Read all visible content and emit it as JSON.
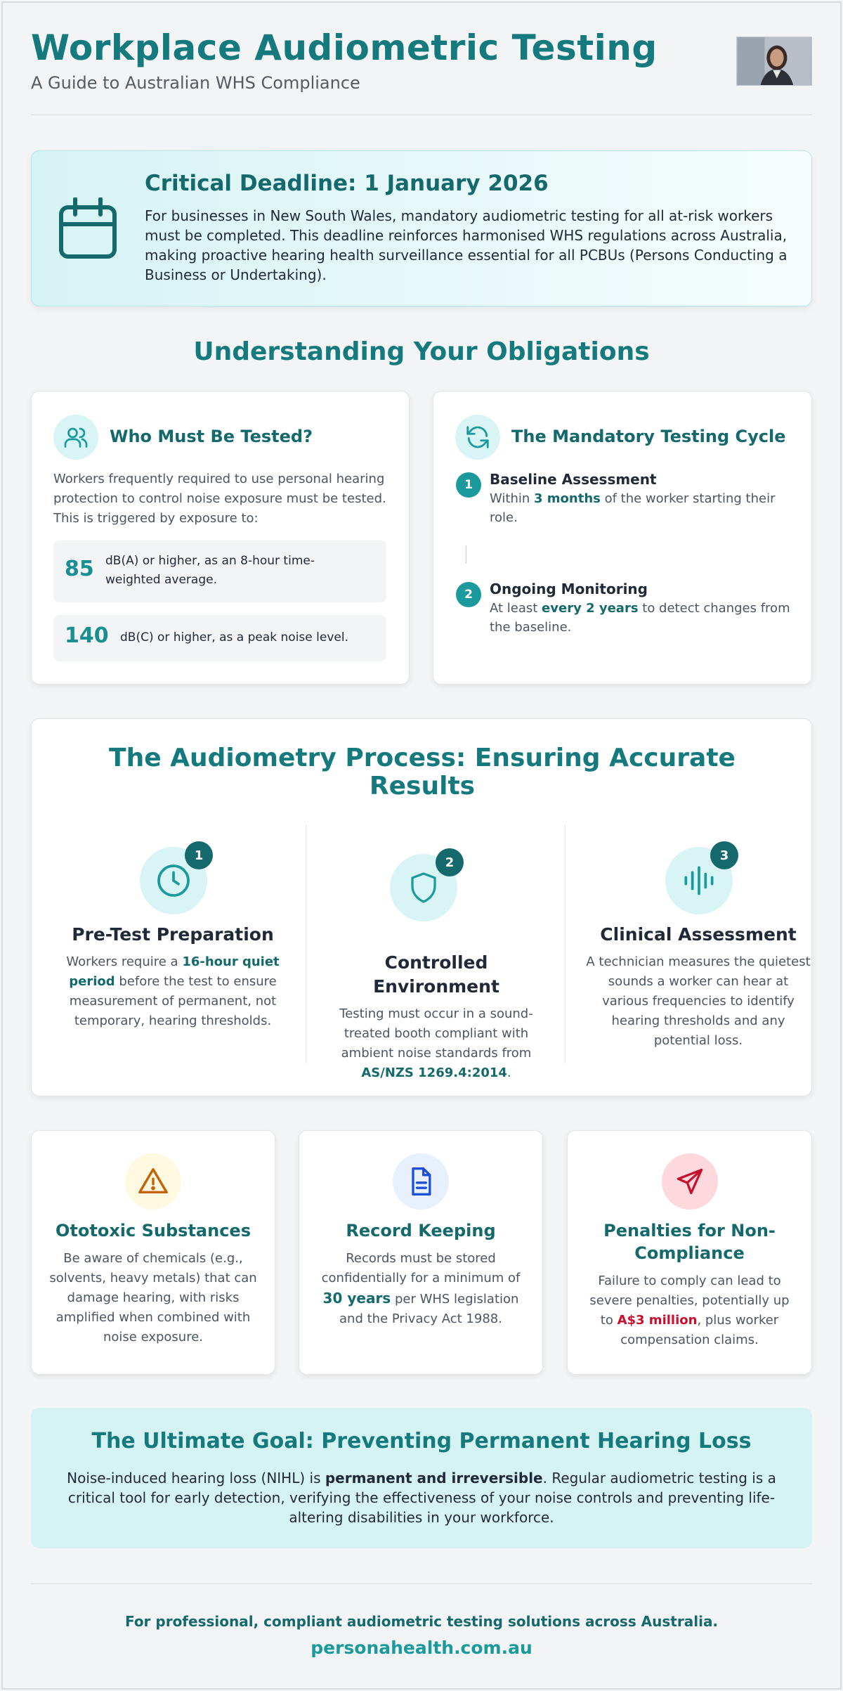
{
  "header": {
    "title": "Workplace Audiometric Testing",
    "subtitle": "A Guide to Australian WHS Compliance",
    "avatar_icon": "person-photo"
  },
  "deadline": {
    "icon": "calendar-icon",
    "title": "Critical Deadline: 1 January 2026",
    "text": "For businesses in New South Wales, mandatory audiometric testing for all at-risk workers must be completed. This deadline reinforces harmonised WHS regulations across Australia, making proactive hearing health surveillance essential for all PCBUs (Persons Conducting a Business or Undertaking)."
  },
  "obligations": {
    "title": "Understanding Your Obligations",
    "who": {
      "icon": "users-icon",
      "title": "Who Must Be Tested?",
      "text": "Workers frequently required to use personal hearing protection to control noise exposure must be tested. This is triggered by exposure to:",
      "stats": [
        {
          "value": "85",
          "text": "dB(A) or higher, as an 8-hour time-weighted average."
        },
        {
          "value": "140",
          "text": "dB(C) or higher, as a peak noise level."
        }
      ]
    },
    "cycle": {
      "icon": "refresh-icon",
      "title": "The Mandatory Testing Cycle",
      "steps": [
        {
          "num": "1",
          "title": "Baseline Assessment",
          "pre": "Within ",
          "strong": "3 months",
          "post": " of the worker starting their role."
        },
        {
          "num": "2",
          "title": "Ongoing Monitoring",
          "pre": "At least ",
          "strong": "every 2 years",
          "post": " to detect changes from the baseline."
        }
      ]
    }
  },
  "process": {
    "title": "The Audiometry Process: Ensuring Accurate Results",
    "steps": [
      {
        "num": "1",
        "icon": "clock-icon",
        "title": "Pre-Test Preparation",
        "pre": "Workers require a ",
        "strong": "16-hour quiet period",
        "post": " before the test to ensure measurement of permanent, not temporary, hearing thresholds."
      },
      {
        "num": "2",
        "icon": "shield-icon",
        "title": "Controlled Environment",
        "pre": "Testing must occur in a sound-treated booth compliant with ambient noise standards from ",
        "strong": "AS/NZS 1269.4:2014",
        "post": "."
      },
      {
        "num": "3",
        "icon": "soundwave-icon",
        "title": "Clinical Assessment",
        "pre": "A technician measures the quietest sounds a worker can hear at various frequencies to identify hearing thresholds and any potential loss.",
        "strong": "",
        "post": ""
      }
    ]
  },
  "info_cards": [
    {
      "icon": "warning-icon",
      "title": "Ototoxic Substances",
      "pre": "Be aware of chemicals (e.g., solvents, heavy metals) that can damage hearing, with risks amplified when combined with noise exposure.",
      "strong": "",
      "post": ""
    },
    {
      "icon": "document-icon",
      "title": "Record Keeping",
      "pre": "Records must be stored confidentially for a minimum of ",
      "strong": "30 years",
      "post": " per WHS legislation and the Privacy Act 1988."
    },
    {
      "icon": "send-icon",
      "title": "Penalties for Non-Compliance",
      "pre": "Failure to comply can lead to severe penalties, potentially up to ",
      "strong": "A$3 million",
      "post": ", plus worker compensation claims."
    }
  ],
  "goal": {
    "title": "The Ultimate Goal: Preventing Permanent Hearing Loss",
    "pre": "Noise-induced hearing loss (NIHL) is ",
    "strong": "permanent and irreversible",
    "post": ". Regular audiometric testing is a critical tool for early detection, verifying the effectiveness of your noise controls and preventing life-altering disabilities in your workforce."
  },
  "footer": {
    "tagline": "For professional, compliant audiometric testing solutions across Australia.",
    "website": "personahealth.com.au"
  },
  "colors": {
    "teal": "#147a7d",
    "accent": "#1a9a9c",
    "danger": "#c8102e",
    "warning": "#c2650a",
    "doc": "#1d4ed8"
  }
}
